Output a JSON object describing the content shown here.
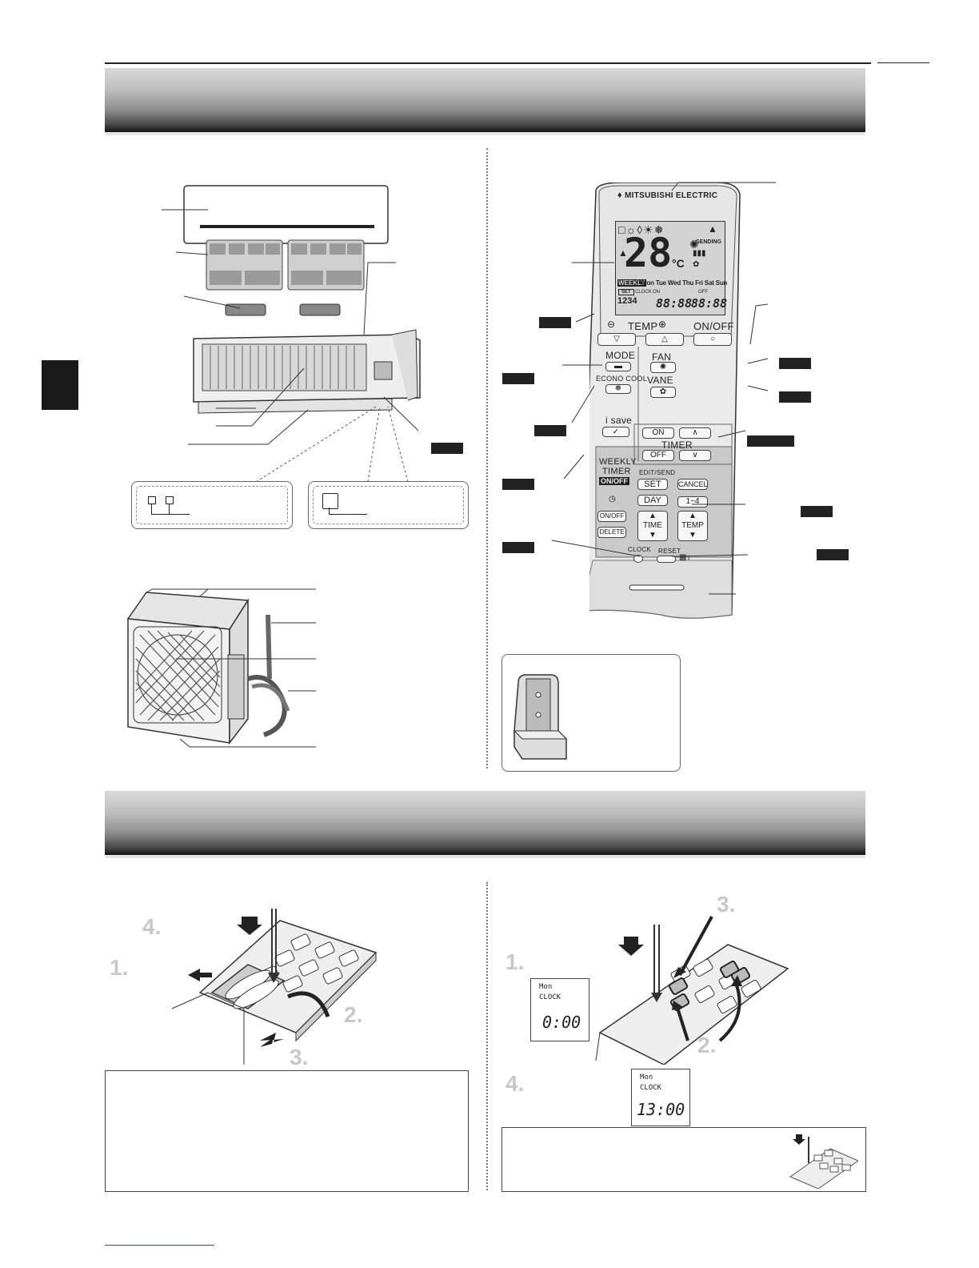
{
  "brand": "MITSUBISHI ELECTRIC",
  "remote": {
    "temp_label": "TEMP",
    "onoff_label": "ON/OFF",
    "mode_label": "MODE",
    "fan_label": "FAN",
    "econo_label": "ECONO COOL",
    "vane_label": "VANE",
    "isave_label": "i save",
    "timer_on_label": "ON",
    "timer_label": "TIMER",
    "timer_off_label": "OFF",
    "weekly_label": "WEEKLY",
    "timer_label2": "TIMER",
    "weekly_onoff": "ON/OFF",
    "edit_send_label": "EDIT/SEND",
    "set_label": "SET",
    "cancel_label": "CANCEL",
    "day_label": "DAY",
    "range_label": "1~4",
    "onoff_small": "ON/OFF",
    "delete_label": "DELETE",
    "time_label": "TIME",
    "temp2_label": "TEMP",
    "clock_label": "CLOCK",
    "reset_label": "RESET"
  },
  "lcd": {
    "temp_digits": "28",
    "temp_unit": "°C",
    "sending": "SENDING",
    "weekly": "WEEKLY",
    "days": "Mon Tue Wed Thu Fri Sat Sun",
    "set": "SET",
    "clock": "CLOCK",
    "on": "ON",
    "off": "OFF",
    "numbers": "1234",
    "time1": "88:88",
    "time2": "88:88"
  },
  "steps_battery": [
    "4.",
    "1.",
    "2.",
    "3."
  ],
  "steps_clock": [
    "3.",
    "1.",
    "2.",
    "4."
  ],
  "clock_display_1": {
    "day": "Mon",
    "label": "CLOCK",
    "time": "0:00"
  },
  "clock_display_2": {
    "day": "Mon",
    "label": "CLOCK",
    "time": "13:00"
  }
}
